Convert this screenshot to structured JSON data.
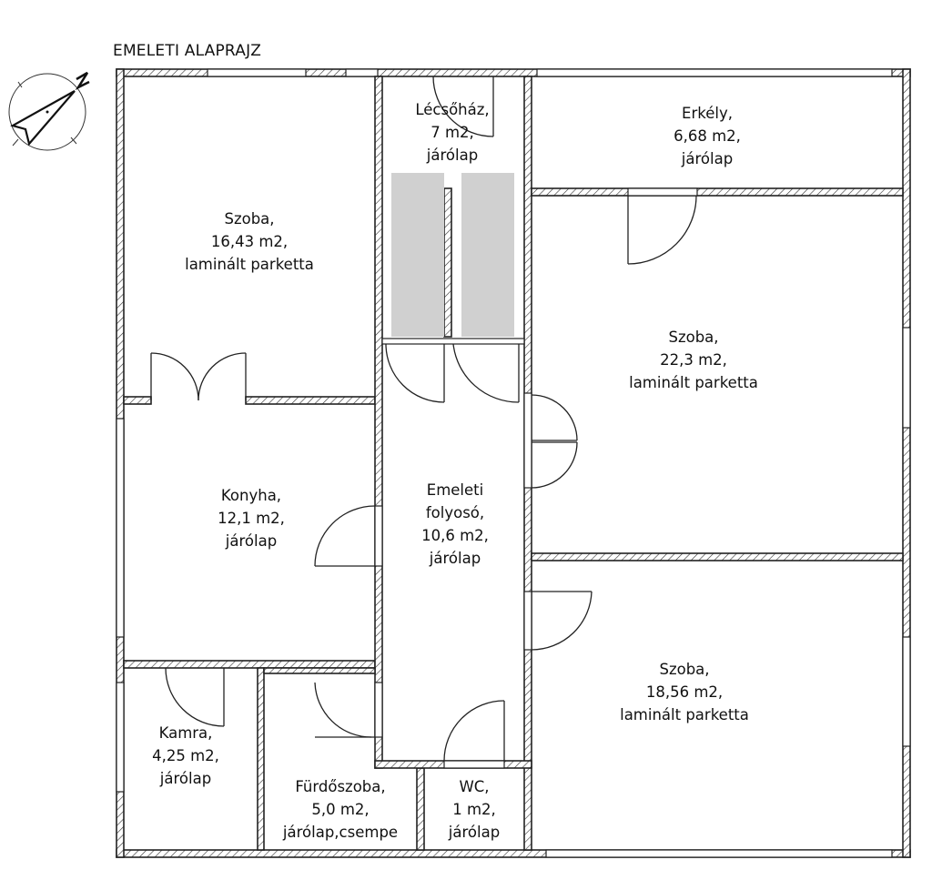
{
  "title": "EMELETI ALAPRAJZ",
  "compass": {
    "label": "N"
  },
  "rooms": [
    {
      "id": "szoba1",
      "name": "Szoba,",
      "area": "16,43 m2,",
      "floor": "laminált parketta"
    },
    {
      "id": "lepcsohaz",
      "name": "Lécsőház,",
      "area": "7 m2,",
      "floor": "járólap"
    },
    {
      "id": "erkely",
      "name": "Erkély,",
      "area": "6,68 m2,",
      "floor": "járólap"
    },
    {
      "id": "szoba2",
      "name": "Szoba,",
      "area": "22,3 m2,",
      "floor": "laminált parketta"
    },
    {
      "id": "konyha",
      "name": "Konyha,",
      "area": "12,1 m2,",
      "floor": "járólap"
    },
    {
      "id": "folyoso",
      "name": "Emeleti",
      "name2": "folyosó,",
      "area": "10,6 m2,",
      "floor": "járólap"
    },
    {
      "id": "szoba3",
      "name": "Szoba,",
      "area": "18,56 m2,",
      "floor": "laminált parketta"
    },
    {
      "id": "kamra",
      "name": "Kamra,",
      "area": "4,25 m2,",
      "floor": "járólap"
    },
    {
      "id": "furdo",
      "name": "Fürdőszoba,",
      "area": "5,0 m2,",
      "floor": "járólap,csempe"
    },
    {
      "id": "wc",
      "name": "WC,",
      "area": "1 m2,",
      "floor": "járólap"
    }
  ]
}
